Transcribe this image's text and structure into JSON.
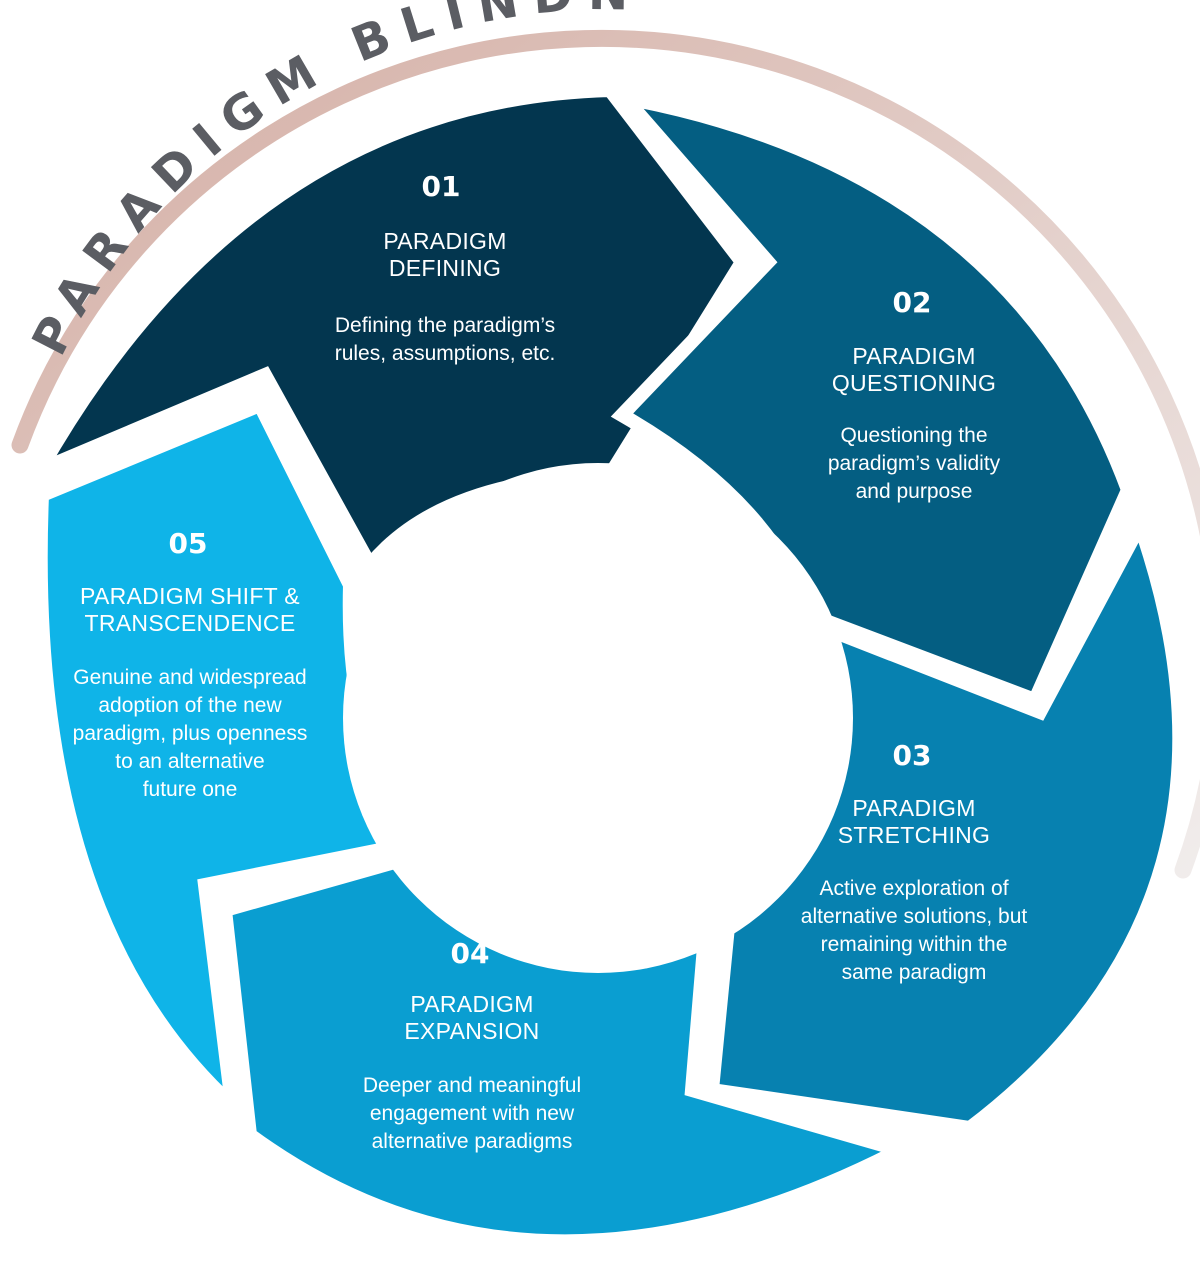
{
  "diagram": {
    "arc_label": "PARADIGM BLINDNESS",
    "segments": [
      {
        "number": "01",
        "title": [
          "PARADIGM",
          "DEFINING"
        ],
        "description": [
          "Defining the paradigm’s",
          "rules, assumptions, etc."
        ],
        "color": "#03364f"
      },
      {
        "number": "02",
        "title": [
          "PARADIGM",
          "QUESTIONING"
        ],
        "description": [
          "Questioning the",
          "paradigm’s validity",
          "and purpose"
        ],
        "color": "#045e82"
      },
      {
        "number": "03",
        "title": [
          "PARADIGM",
          "STRETCHING"
        ],
        "description": [
          "Active exploration of",
          "alternative solutions, but",
          "remaining within the",
          "same paradigm"
        ],
        "color": "#0781b0"
      },
      {
        "number": "04",
        "title": [
          "PARADIGM",
          "EXPANSION"
        ],
        "description": [
          "Deeper and meaningful",
          "engagement with new",
          "alternative paradigms"
        ],
        "color": "#0a9ed1"
      },
      {
        "number": "05",
        "title": [
          "PARADIGM SHIFT &",
          "TRANSCENDENCE"
        ],
        "description": [
          "Genuine and widespread",
          "adoption of the new",
          "paradigm, plus openness",
          "to an alternative",
          "future one"
        ],
        "color": "#0fb4e8"
      }
    ],
    "colors": {
      "arc_gradient_start": "#d4aea4",
      "arc_gradient_end": "#f1edec",
      "arc_label": "#5b5d63",
      "border": "#ffffff"
    }
  }
}
